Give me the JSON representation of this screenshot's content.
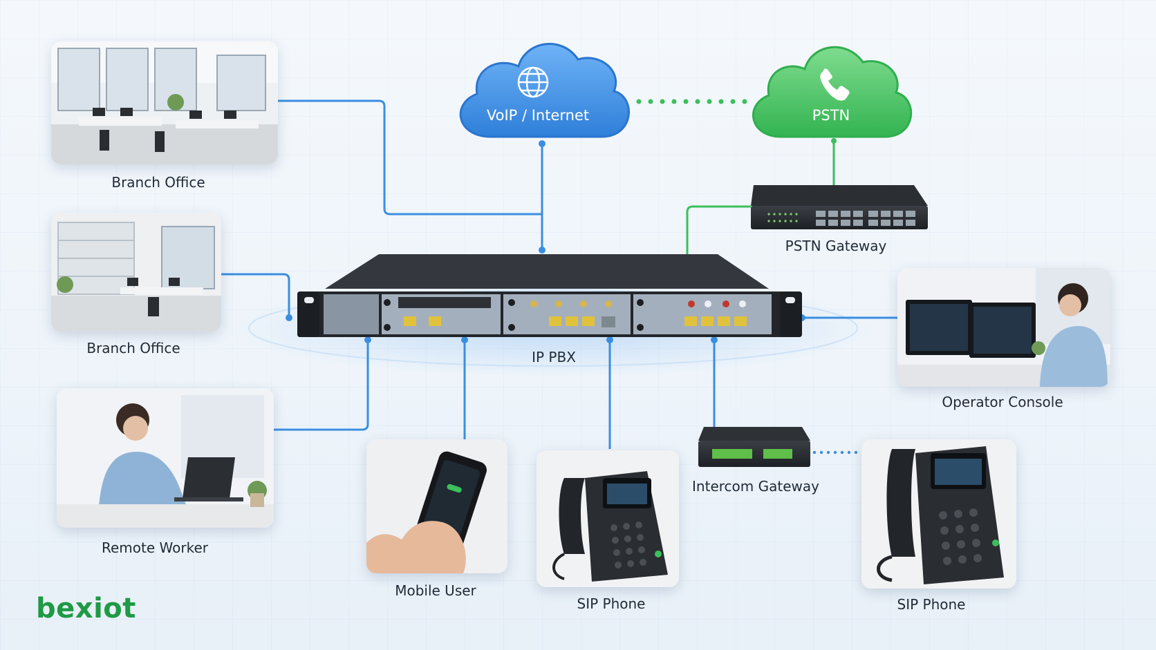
{
  "clouds": {
    "internet": {
      "label": "VoIP / Internet",
      "icon": "globe-icon",
      "color": "#3d8fe6"
    },
    "pstn": {
      "label": "PSTN",
      "icon": "phone-icon",
      "color": "#3cc160"
    }
  },
  "nodes": {
    "branch_office_1": "Branch Office",
    "branch_office_2": "Branch Office",
    "remote_worker": "Remote Worker",
    "mobile_user": "Mobile User",
    "sip_phone_1": "SIP Phone",
    "intercom_gateway": "Intercom Gateway",
    "sip_phone_2": "SIP Phone",
    "operator_console": "Operator Console",
    "pstn_gateway": "PSTN Gateway",
    "ip_pbx": "IP PBX"
  },
  "colors": {
    "link_blue": "#3a8ee0",
    "link_green": "#3cbf5c",
    "brand_green": "#1f9a45"
  },
  "brand": {
    "logo_text": "bexiot"
  }
}
